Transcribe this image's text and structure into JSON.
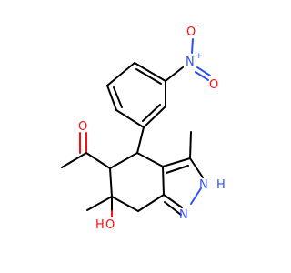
{
  "molecule": {
    "atoms": {
      "nitro_n": "N",
      "nitro_n_charge": "+",
      "nitro_o_top": "O",
      "nitro_o_top_charge": "-",
      "nitro_o_bottom": "O",
      "carbonyl_o": "O",
      "ring_nh": "N",
      "ring_nh_h": "H",
      "ring_n": "N",
      "hydroxyl_h": "H",
      "hydroxyl_o": "O"
    },
    "colors": {
      "carbon": "#000000",
      "oxygen": "#ff0d0d",
      "nitrogen": "#3050f8"
    }
  }
}
